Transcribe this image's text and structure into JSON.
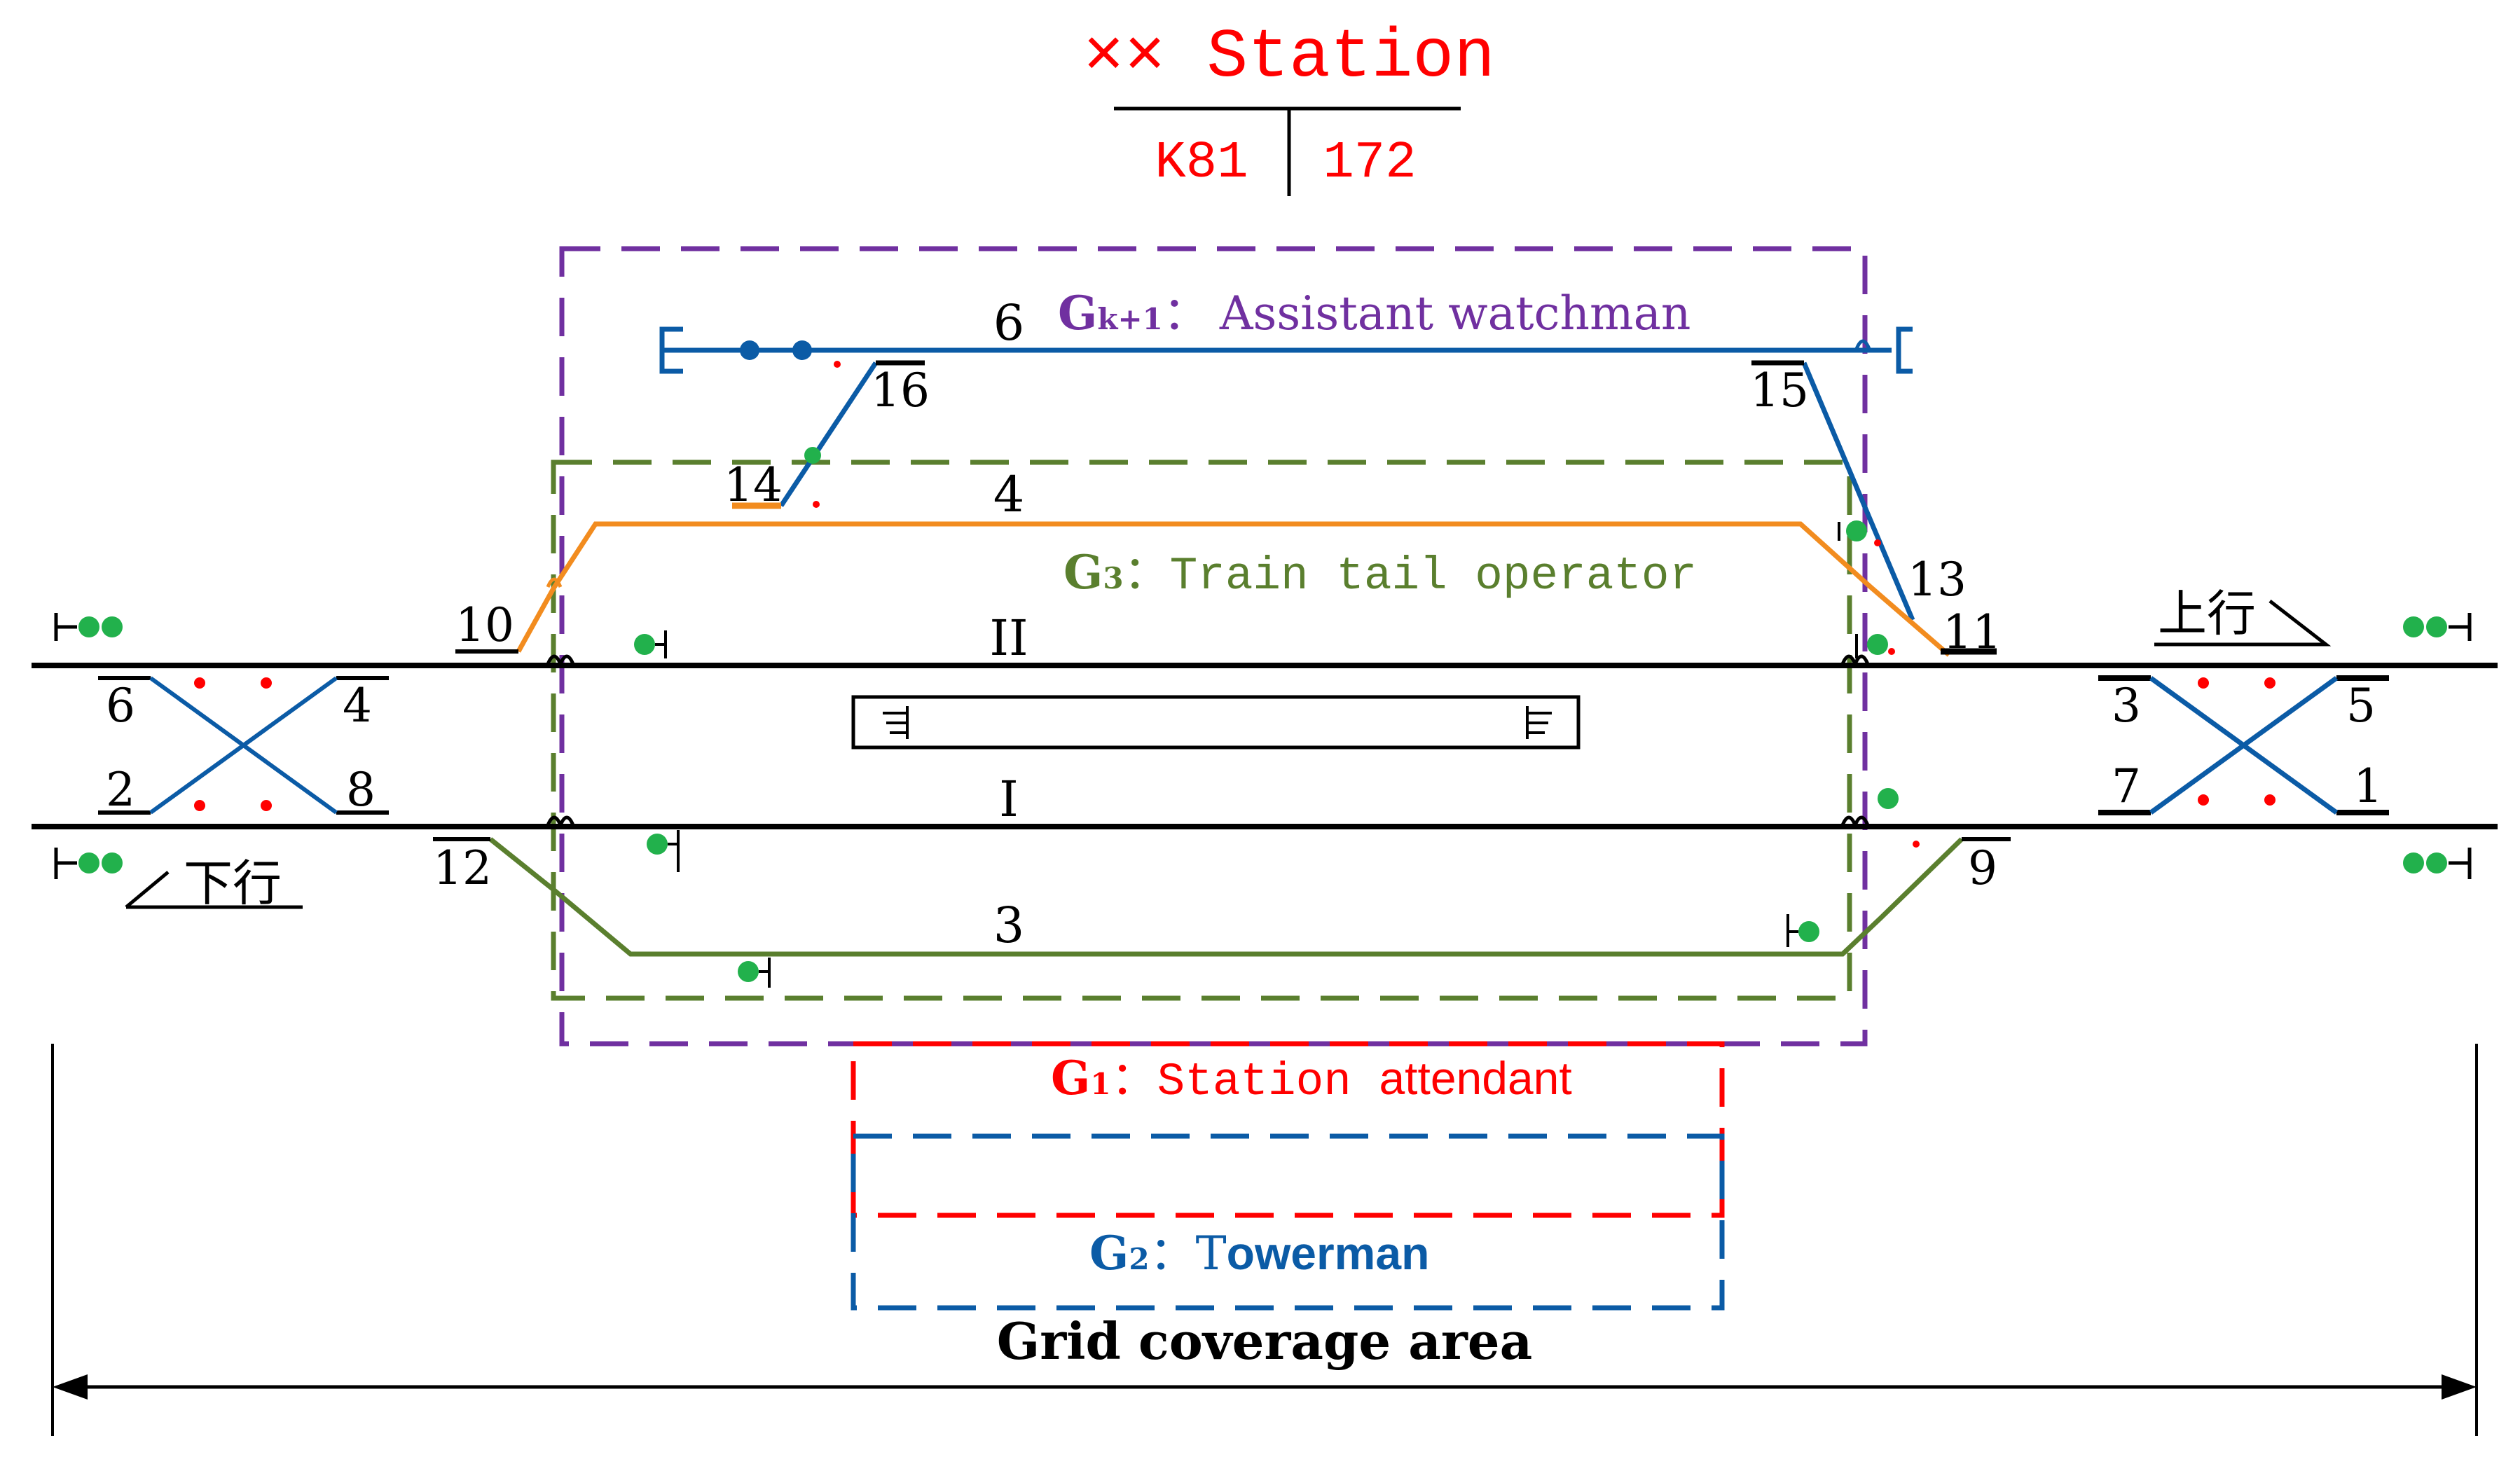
{
  "title": {
    "main": "×× Station",
    "km_left": "K81",
    "km_right": "172"
  },
  "zones": {
    "gk1": {
      "sym": "G",
      "sub": "k+1",
      "sep": "：",
      "role": "Assistant watchman"
    },
    "g3": {
      "sym": "G",
      "sub": "3",
      "sep": "：",
      "role": "Train tail operator"
    },
    "g1": {
      "sym": "G",
      "sub": "1",
      "sep": "：",
      "role_a": "Station ",
      "role_b": "attendant"
    },
    "g2": {
      "sym": "G",
      "sub": "2",
      "sep": "：",
      "role_a": "T",
      "role_b": "owerman"
    }
  },
  "tracks": {
    "t6": "6",
    "t4": "4",
    "t2": "II",
    "t1": "I",
    "t3": "3"
  },
  "switches": {
    "s16": "16",
    "s15": "15",
    "s14": "14",
    "s13": "13",
    "s11": "11",
    "s10": "10",
    "s12": "12",
    "s9": "9",
    "s6": "6",
    "s4": "4",
    "s2": "2",
    "s8": "8",
    "s3": "3",
    "s5": "5",
    "s7": "7",
    "s1": "1"
  },
  "directions": {
    "up": "上行",
    "down": "下行"
  },
  "coverage": "Grid coverage area",
  "colors": {
    "title": "#ff0000",
    "purple": "#7030a0",
    "green": "#5a7f2e",
    "red": "#ff0000",
    "blue": "#0b5ba6",
    "orange": "#f28c1f",
    "signal_green": "#22b14c",
    "black": "#000000"
  }
}
